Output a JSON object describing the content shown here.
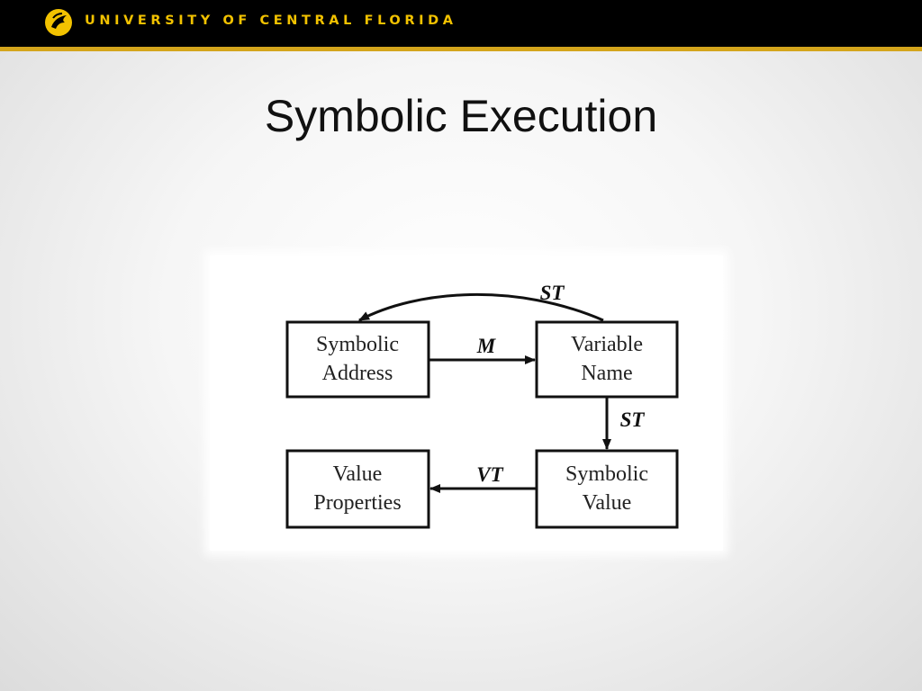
{
  "header": {
    "university_name": "UNIVERSITY OF CENTRAL FLORIDA",
    "colors": {
      "band": "#000000",
      "gold": "#f2c200",
      "rule": "#d4a51c"
    },
    "logo_icon": "pegasus-logo-icon"
  },
  "slide": {
    "title": "Symbolic Execution"
  },
  "diagram": {
    "nodes": {
      "symbolic_address": {
        "line1": "Symbolic",
        "line2": "Address"
      },
      "variable_name": {
        "line1": "Variable",
        "line2": "Name"
      },
      "value_properties": {
        "line1": "Value",
        "line2": "Properties"
      },
      "symbolic_value": {
        "line1": "Symbolic",
        "line2": "Value"
      }
    },
    "edges": {
      "st_top": "ST",
      "m": "M",
      "st_right": "ST",
      "vt": "VT"
    }
  }
}
